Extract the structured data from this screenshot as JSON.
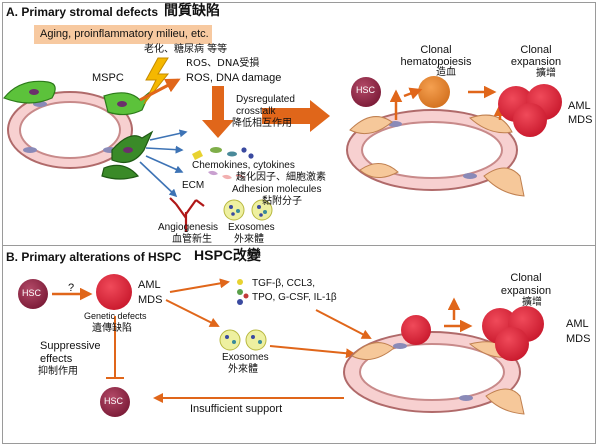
{
  "section_a": {
    "title": "A. Primary stromal defects",
    "title_zh": "間質缺陷",
    "insult_box": "Aging, proinflammatory milieu, etc.",
    "insult_zh": "老化、糖尿病 等等",
    "mspc": "MSPC",
    "ros": "ROS、DNA受損",
    "ros_en": "ROS, DNA damage",
    "crosstalk_1": "Dysregulated",
    "crosstalk_2": "crosstalk",
    "crosstalk_zh": "降低相互作用",
    "chemokines": "Chemokines, cytokines",
    "chemokines_zh": "趨化因子、細胞激素",
    "ecm": "ECM",
    "adhesion": "Adhesion molecules",
    "adhesion_zh": "黏附分子",
    "angiogenesis": "Angiogenesis",
    "angiogenesis_zh": "血管新生",
    "exosomes": "Exosomes",
    "exosomes_zh": "外來體",
    "hsc": "HSC",
    "clonal_hematopoiesis_1": "Clonal",
    "clonal_hematopoiesis_2": "hematopoiesis",
    "clonal_hematopoiesis_zh": "造血",
    "clonal_expansion_1": "Clonal",
    "clonal_expansion_2": "expansion",
    "clonal_expansion_zh": "擴增",
    "aml": "AML",
    "mds": "MDS"
  },
  "section_b": {
    "title": "B. Primary alterations of HSPC",
    "title_zh": "HSPC改變",
    "hsc": "HSC",
    "question": "?",
    "aml": "AML",
    "mds": "MDS",
    "genetic_defects": "Genetic defects",
    "genetic_defects_zh": "遺傳缺陷",
    "factors_1": "TGF-β, CCL3,",
    "factors_2": "TPO, G-CSF, IL-1β",
    "suppressive_1": "Suppressive",
    "suppressive_2": "effects",
    "suppressive_zh": "抑制作用",
    "exosomes": "Exosomes",
    "exosomes_zh": "外來體",
    "hsc_bottom": "HSC",
    "insufficient_support": "Insufficient support",
    "clonal_expansion_1": "Clonal",
    "clonal_expansion_2": "expansion",
    "clonal_expansion_zh": "擴增",
    "aml_right": "AML",
    "mds_right": "MDS"
  },
  "colors": {
    "hsc": "#8a1f3f",
    "aml_cell": "#e0263a",
    "clonal_cell": "#e0802a",
    "arrow_orange": "#e0661a",
    "arrow_blue": "#3d73b5",
    "mspc_green": "#5cc23b",
    "vessel_pink": "#f2b8b8",
    "stroma_peach": "#f6c89a",
    "insult_box": "#f7c9a0",
    "lightning": "#f5b800"
  }
}
